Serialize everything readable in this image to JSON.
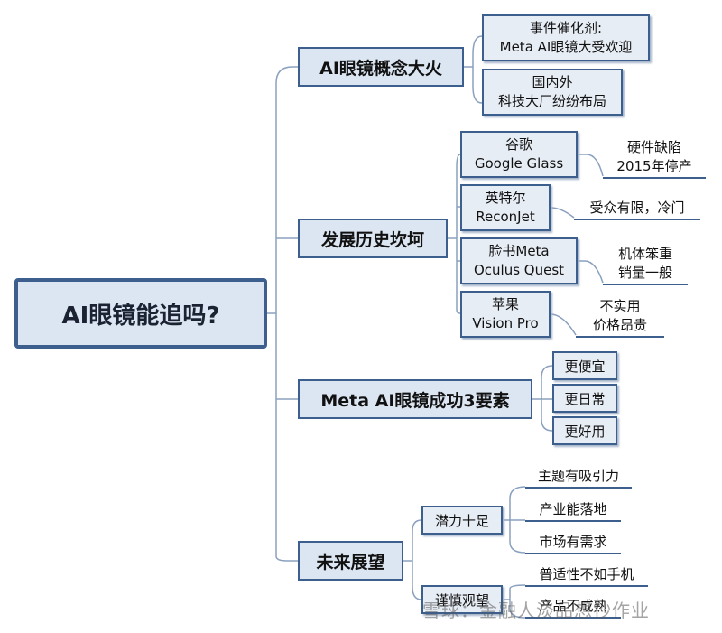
{
  "root": {
    "label": "AI眼镜能追吗?"
  },
  "branches": {
    "concept": {
      "label": "AI眼镜概念大火",
      "children": [
        [
          "事件催化剂:",
          "Meta AI眼镜大受欢迎"
        ],
        [
          "国内外",
          "科技大厂纷纷布局"
        ]
      ]
    },
    "history": {
      "label": "发展历史坎坷",
      "children": [
        {
          "name": [
            "谷歌",
            "Google Glass"
          ],
          "note": [
            "硬件缺陷",
            "2015年停产"
          ]
        },
        {
          "name": [
            "英特尔",
            "ReconJet"
          ],
          "note": [
            "受众有限，冷门"
          ]
        },
        {
          "name": [
            "脸书Meta",
            "Oculus Quest"
          ],
          "note": [
            "机体笨重",
            "销量一般"
          ]
        },
        {
          "name": [
            "苹果",
            "Vision Pro"
          ],
          "note": [
            "不实用",
            "价格昂贵"
          ]
        }
      ]
    },
    "factors": {
      "label": "Meta  AI眼镜成功3要素",
      "children": [
        "更便宜",
        "更日常",
        "更好用"
      ]
    },
    "outlook": {
      "label": "未来展望",
      "children": [
        {
          "label": "潜力十足",
          "notes": [
            "主题有吸引力",
            "产业能落地",
            "市场有需求"
          ]
        },
        {
          "label": "谨慎观望",
          "notes": [
            "普适性不如手机",
            "产品不成熟"
          ]
        }
      ]
    }
  },
  "watermark": "雪球：金融人淡品想抄作业",
  "colors": {
    "box_fill": "#dce6f2",
    "box_border": "#3d5f8e",
    "connector": "#8aa0bf"
  }
}
